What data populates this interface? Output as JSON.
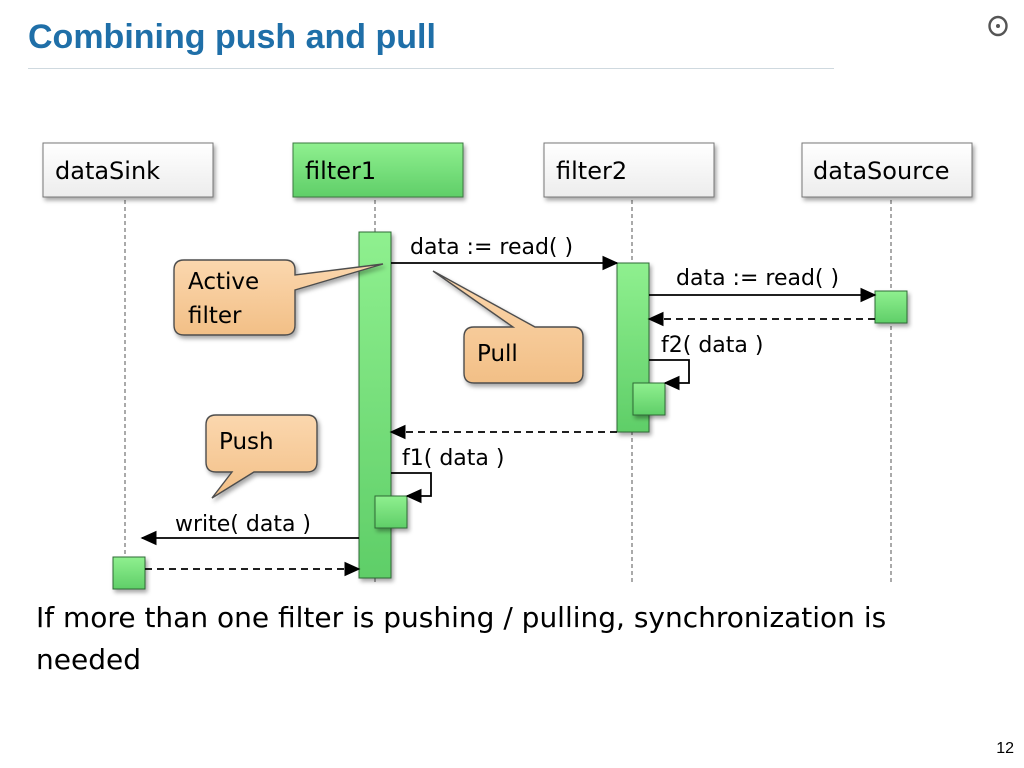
{
  "slide": {
    "title": "Combining push and pull",
    "page_number": "12",
    "footnote": "If more than one filter is pushing / pulling, synchronization is needed"
  },
  "diagram": {
    "participants": {
      "data_sink": "dataSink",
      "filter1": "filter1",
      "filter2": "filter2",
      "data_source": "dataSource"
    },
    "messages": {
      "read_1": "data := read( )",
      "read_2": "data := read( )",
      "f2_call": "f2( data )",
      "f1_call": "f1( data )",
      "write_call": "write( data )"
    },
    "callouts": {
      "active_filter_line1": "Active",
      "active_filter_line2": "filter",
      "pull": "Pull",
      "push": "Push"
    }
  },
  "colors": {
    "title": "#1f6fa8",
    "activation_fill": "#7be07f",
    "activation_stroke": "#2e6b34",
    "highlight_box": "#7be07f",
    "callout_fill": "#f8cc9a",
    "callout_stroke": "#4d4d4d",
    "participant_fill": "#ffffff"
  }
}
